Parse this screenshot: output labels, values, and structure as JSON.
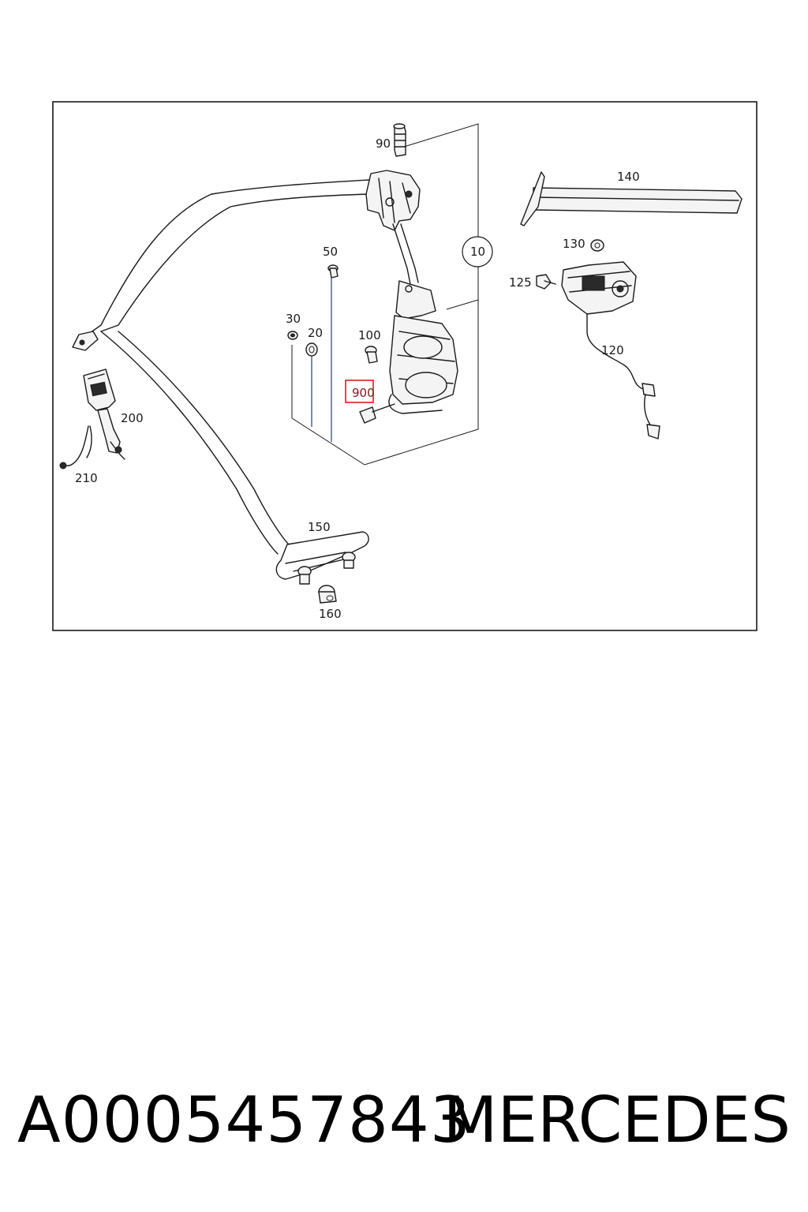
{
  "callouts": {
    "c90": "90",
    "c140": "140",
    "c10": "10",
    "c50": "50",
    "c130": "130",
    "c125": "125",
    "c30": "30",
    "c20": "20",
    "c100": "100",
    "c120": "120",
    "c900": "900",
    "c200": "200",
    "c210": "210",
    "c150": "150",
    "c160": "160"
  },
  "highlighted_callout": "900",
  "colors": {
    "highlight_box": "#e01b1b",
    "line": "#1a1a1a",
    "leader_accent": "#2a3a7a"
  },
  "footer": {
    "part_number": "A0005457843",
    "brand": "MERCEDES"
  }
}
